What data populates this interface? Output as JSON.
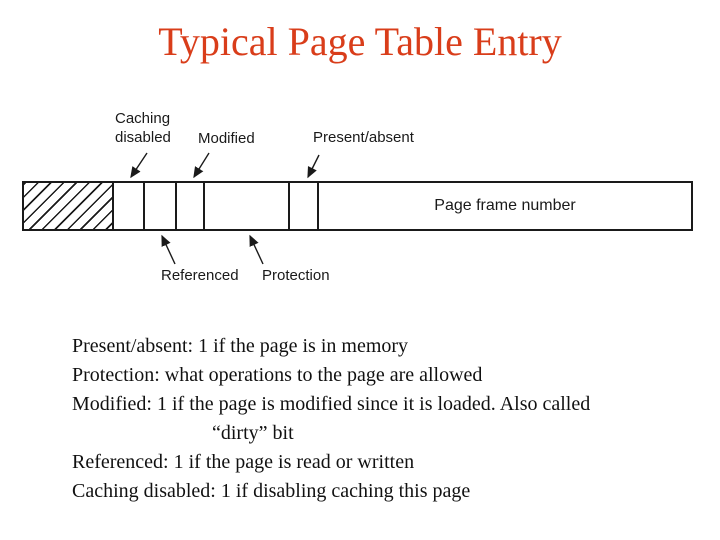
{
  "slide": {
    "background": "#ffffff",
    "title": {
      "text": "Typical Page Table Entry",
      "color": "#d93d1a"
    }
  },
  "diagram": {
    "ink_color": "#1a1a1a",
    "top_labels": {
      "caching_disabled": "Caching\ndisabled",
      "modified": "Modified",
      "present_absent": "Present/absent"
    },
    "bottom_labels": {
      "referenced": "Referenced",
      "protection": "Protection"
    },
    "page_frame_label": "Page frame number"
  },
  "body": {
    "lines": [
      "Present/absent: 1 if the page is in memory",
      "Protection: what operations to the page are allowed",
      "Modified: 1 if the page is modified since it is loaded. Also called",
      "“dirty” bit",
      "Referenced: 1 if the page is read or written",
      "Caching disabled: 1 if disabling caching this page"
    ]
  }
}
